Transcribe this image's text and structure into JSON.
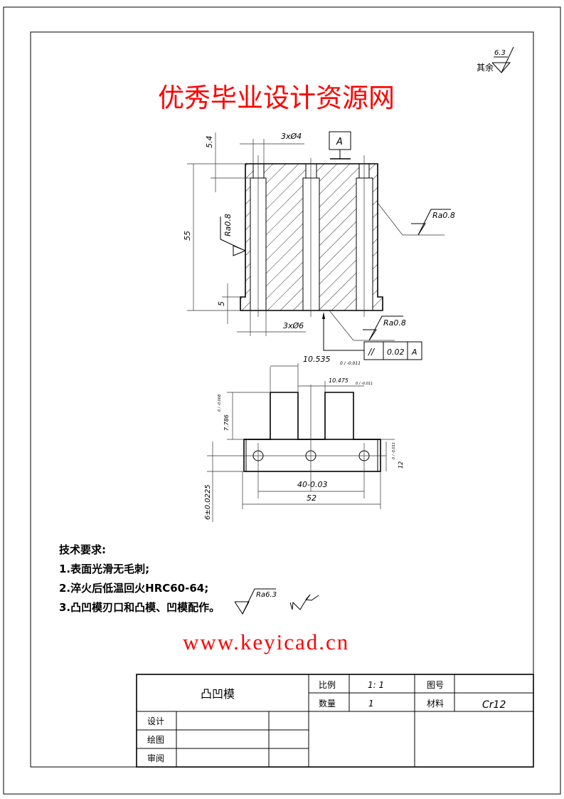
{
  "drawing": {
    "general_roughness_label": "其余",
    "general_roughness_value": "6.3",
    "front_view": {
      "dim_small_holes": "3xØ4",
      "dim_large_holes": "3xØ6",
      "dim_height": "55",
      "dim_top_depth": "5.4",
      "dim_flange": "5",
      "datum": "A",
      "roughness_left": "Ra0.8",
      "roughness_right": "Ra0.8",
      "roughness_bottom": "Ra0.8",
      "tolerance_frame": {
        "symbol": "//",
        "value": "0.02",
        "datum": "A"
      }
    },
    "bottom_view": {
      "dim_left_width": "10.535",
      "dim_left_width_tol": "0 / -0.011",
      "dim_slot_width": "10.475",
      "dim_slot_width_tol": "0 / -0.011",
      "dim_step_height": "7.786",
      "dim_step_height_tol": "0 / -0.008",
      "dim_base_height": "12",
      "dim_base_height_tol": "0 / -0.011",
      "dim_offset": "6±0.0225",
      "dim_hole_pitch": "40-0.03",
      "dim_total_width": "52"
    },
    "technical_requirements": {
      "title": "技术要求:",
      "items": [
        "1.表面光滑无毛刺;",
        "2.淬火后低温回火HRC60-64;",
        "3.凸凹模刃口和凸模、凹模配作。"
      ],
      "roughness": "Ra6.3"
    },
    "watermark": {
      "line1": "优秀毕业设计资源网",
      "line2": "www.keyicad.cn"
    },
    "title_block": {
      "part_name": "凸凹模",
      "scale_label": "比例",
      "scale_value": "1: 1",
      "drawing_no_label": "图号",
      "drawing_no_value": "",
      "quantity_label": "数量",
      "quantity_value": "1",
      "material_label": "材料",
      "material_value": "Cr12",
      "designer_label": "设计",
      "drafter_label": "绘图",
      "reviewer_label": "审阅"
    },
    "colors": {
      "line": "#000000",
      "watermark": "#ff0000",
      "background": "#ffffff"
    }
  }
}
